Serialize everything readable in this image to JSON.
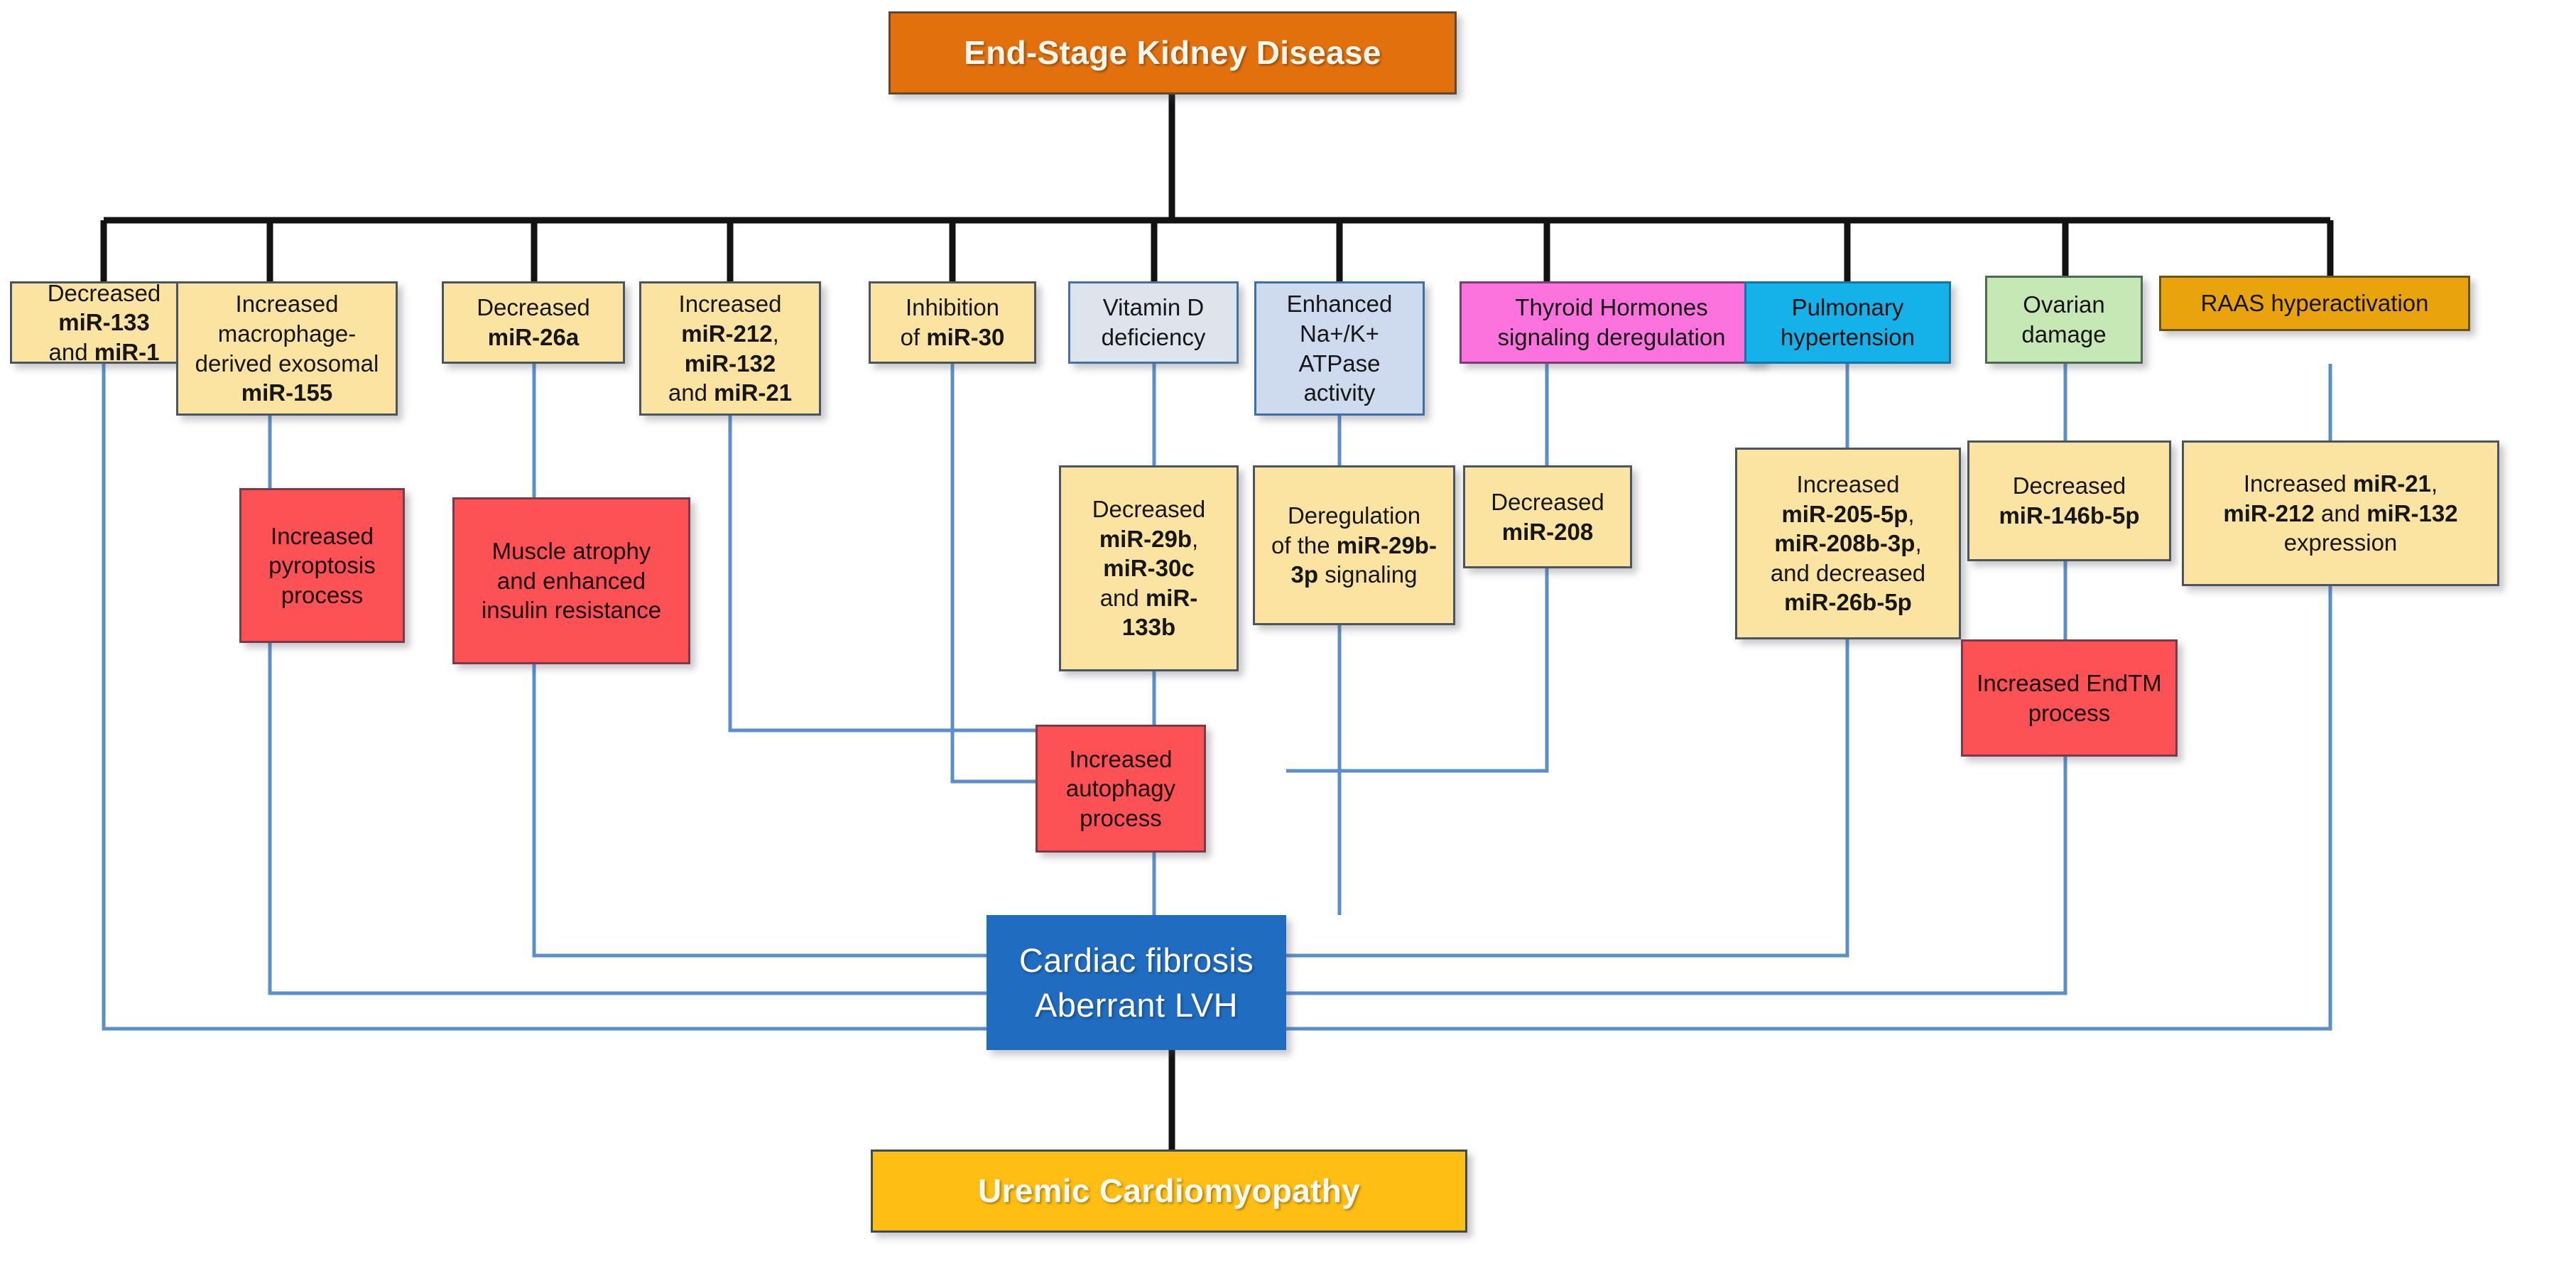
{
  "diagram": {
    "title": "End-Stage Kidney Disease to Uremic Cardiomyopathy microRNA pathway map",
    "colors": {
      "root_orange": "#e2700d",
      "yellow": "#fbe3a1",
      "gray": "#dfe3ec",
      "steel_blue": "#cedbee",
      "pink": "#fc73de",
      "cyan": "#14b2e8",
      "green": "#c6e8b4",
      "amber": "#e8a30d",
      "red": "#fc5155",
      "center_blue": "#1f6cc0",
      "gold": "#ffbe14",
      "black_connector": "#121212",
      "blue_connector": "#5b8fc9"
    }
  },
  "root": {
    "label": "End-Stage Kidney Disease"
  },
  "outcome": {
    "label": "Uremic Cardiomyopathy"
  },
  "center": {
    "line1": "Cardiac fibrosis",
    "line2": "Aberrant LVH"
  },
  "tier1": [
    {
      "id": "mir133",
      "html": "Decreased<br><b>miR-133</b><br>and <b>miR-1</b>"
    },
    {
      "id": "macrophage",
      "html": "Increased<br>macrophage-<br>derived exosomal<br><b>miR-155</b>"
    },
    {
      "id": "mir26a",
      "html": "Decreased<br><b>miR-26a</b>"
    },
    {
      "id": "mir212group",
      "html": "Increased<br><b>miR-212</b>,<br><b>miR-132</b><br>and <b>miR-21</b>"
    },
    {
      "id": "mir30inhib",
      "html": "Inhibition<br>of <b>miR-30</b>"
    },
    {
      "id": "vitd",
      "html": "Vitamin D<br>deficiency"
    },
    {
      "id": "naka",
      "html": "Enhanced<br>Na+/K+<br>ATPase<br>activity"
    },
    {
      "id": "thyroid",
      "html": "Thyroid Hormones<br>signaling deregulation"
    },
    {
      "id": "pulmhtn",
      "html": "Pulmonary<br>hypertension"
    },
    {
      "id": "ovarian",
      "html": "Ovarian<br>damage"
    },
    {
      "id": "raas",
      "html": "RAAS hyperactivation"
    }
  ],
  "tier2": [
    {
      "id": "pyroptosis",
      "html": "Increased<br>pyroptosis<br>process"
    },
    {
      "id": "muscle",
      "html": "Muscle atrophy<br>and enhanced<br>insulin  resistance"
    },
    {
      "id": "mir29b30c",
      "html": "Decreased<br><b>miR-29b</b>,<br><b>miR-30c</b><br>and <b>miR-</b><br><b>133b</b>"
    },
    {
      "id": "mir29b3p",
      "html": "Deregulation<br>of the <b>miR-29b-</b><br><b>3p</b> signaling"
    },
    {
      "id": "mir208",
      "html": "Decreased<br><b>miR-208</b>"
    },
    {
      "id": "mir205",
      "html": "Increased<br><b>miR-205-5p</b>,<br><b>miR-208b-3p</b>,<br>and decreased<br><b>miR-26b-5p</b>"
    },
    {
      "id": "mir146b",
      "html": "Decreased<br><b>miR-146b-5p</b>"
    },
    {
      "id": "mir21group",
      "html": "Increased <b>miR-21</b>,<br><b>miR-212</b>  and <b>miR-132</b><br>expression"
    }
  ],
  "tier3": [
    {
      "id": "autophagy",
      "html": "Increased<br>autophagy<br>process"
    },
    {
      "id": "endtm",
      "html": "Increased EndTM<br>process"
    }
  ]
}
